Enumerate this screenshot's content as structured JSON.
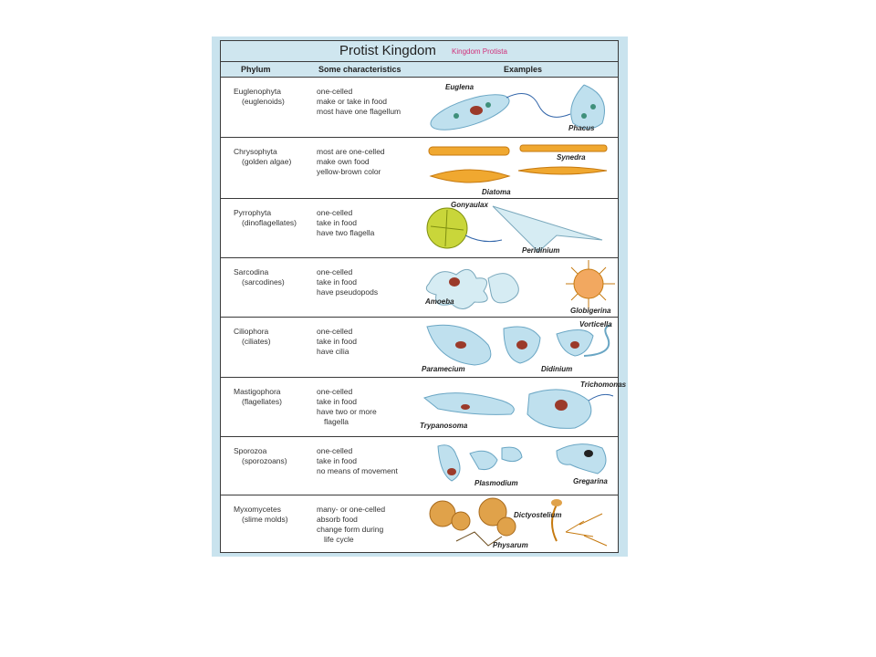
{
  "title": "Protist Kingdom",
  "subtitle": "Kingdom Protista",
  "headers": {
    "phylum": "Phylum",
    "characteristics": "Some characteristics",
    "examples": "Examples"
  },
  "rows": [
    {
      "phylum": "Euglenophyta",
      "common": "(euglenoids)",
      "traits": [
        "one-celled",
        "make or take in food",
        "most have one flagellum"
      ],
      "examples": [
        "Euglena",
        "Phacus"
      ]
    },
    {
      "phylum": "Chrysophyta",
      "common": "(golden algae)",
      "traits": [
        "most are one-celled",
        "make own food",
        "yellow-brown color"
      ],
      "examples": [
        "Synedra",
        "Diatoma"
      ]
    },
    {
      "phylum": "Pyrrophyta",
      "common": "(dinoflagellates)",
      "traits": [
        "one-celled",
        "take in food",
        "have two flagella"
      ],
      "examples": [
        "Gonyaulax",
        "Peridinium"
      ]
    },
    {
      "phylum": "Sarcodina",
      "common": "(sarcodines)",
      "traits": [
        "one-celled",
        "take in food",
        "have pseudopods"
      ],
      "examples": [
        "Amoeba",
        "Globigerina"
      ]
    },
    {
      "phylum": "Ciliophora",
      "common": "(ciliates)",
      "traits": [
        "one-celled",
        "take in food",
        "have cilia"
      ],
      "examples": [
        "Vorticella",
        "Paramecium",
        "Didinium"
      ]
    },
    {
      "phylum": "Mastigophora",
      "common": "(flagellates)",
      "traits": [
        "one-celled",
        "take in food",
        "have two or more",
        "flagella"
      ],
      "examples": [
        "Trichomonas",
        "Trypanosoma"
      ]
    },
    {
      "phylum": "Sporozoa",
      "common": "(sporozoans)",
      "traits": [
        "one-celled",
        "take in food",
        "no means of movement"
      ],
      "examples": [
        "Plasmodium",
        "Gregarina"
      ]
    },
    {
      "phylum": "Myxomycetes",
      "common": "(slime molds)",
      "traits": [
        "many- or one-celled",
        "absorb food",
        "change form during",
        "life cycle"
      ],
      "examples": [
        "Dictyostelium",
        "Physarum"
      ]
    }
  ]
}
